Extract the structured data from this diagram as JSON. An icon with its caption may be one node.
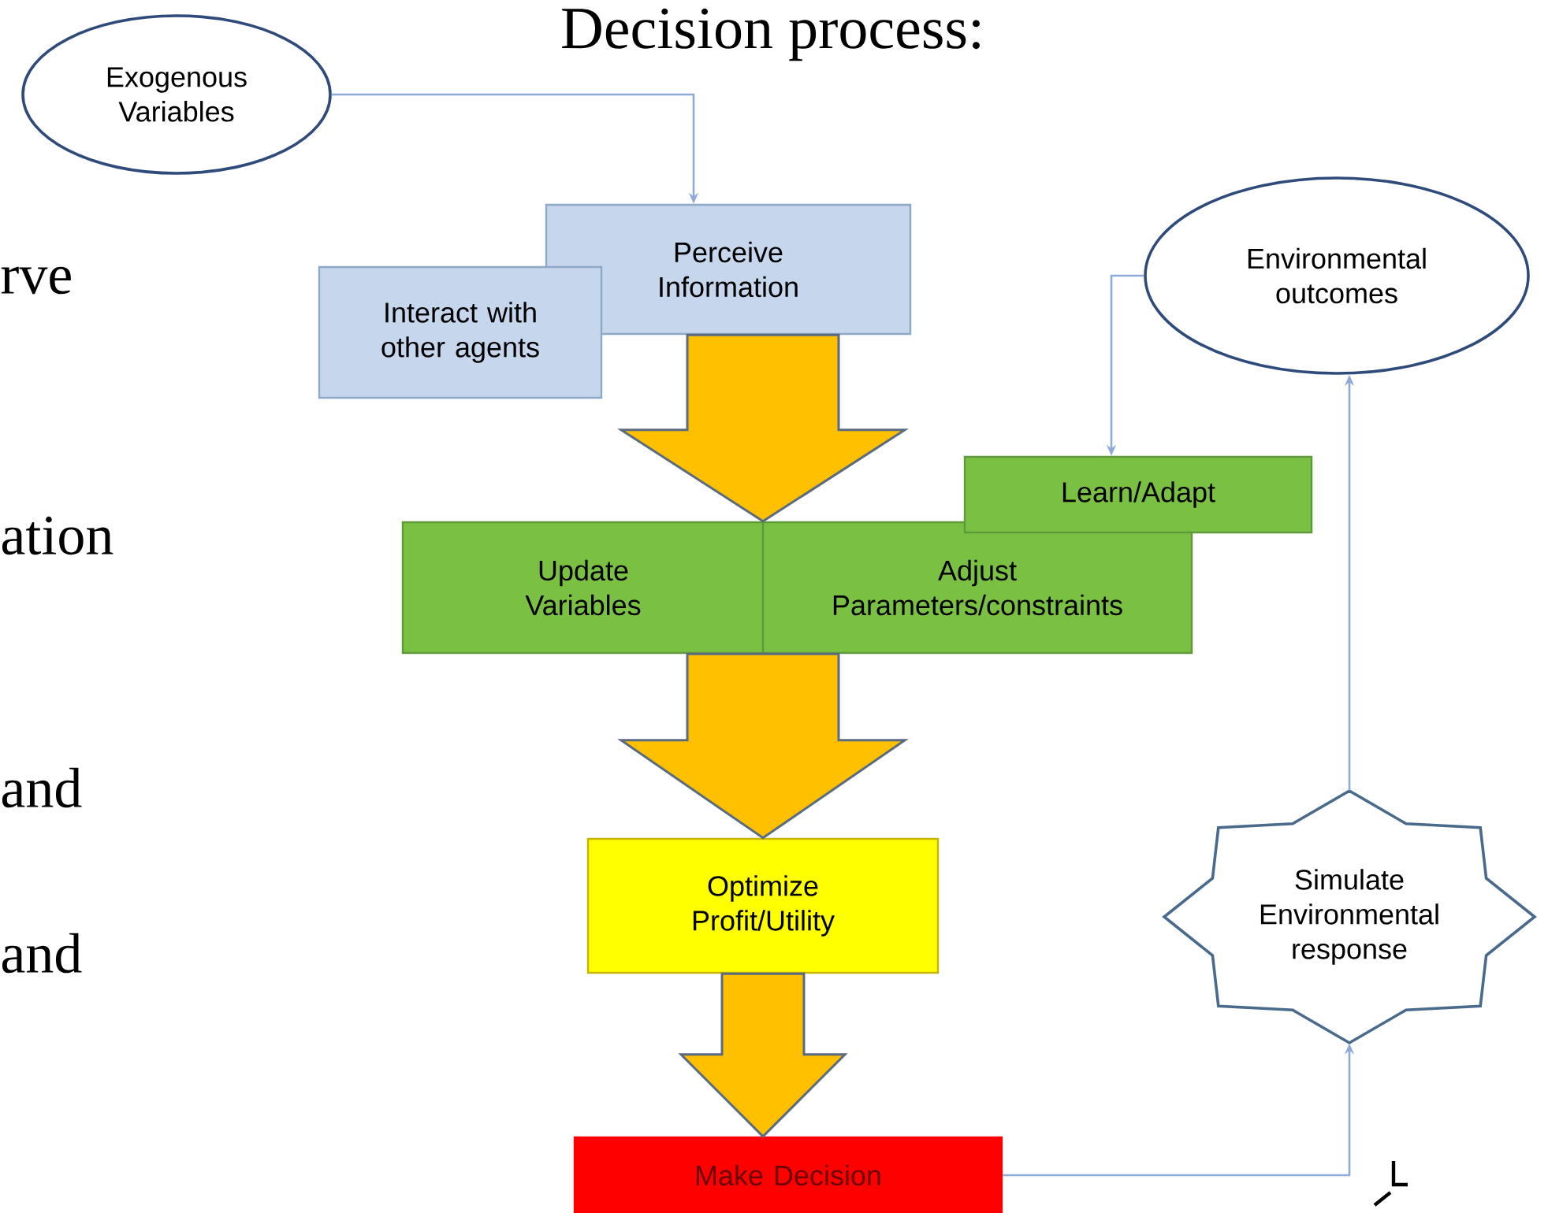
{
  "diagram": {
    "title": "Decision process:",
    "nodes": [
      {
        "text": [
          "Exogenous Variables"
        ]
      },
      {
        "text": [
          "Perceive Information"
        ]
      },
      {
        "text": [
          "Interact with other agents"
        ]
      },
      {
        "text": [
          "Update Variables"
        ]
      },
      {
        "text": [
          "Adjust Parameters/constraints"
        ]
      },
      {
        "text": [
          "Learn/Adapt"
        ]
      },
      {
        "text": [
          "Environmental outcomes"
        ]
      },
      {
        "text": [
          "Optimize Profit/Utility"
        ]
      },
      {
        "text": [
          "Make Decision"
        ]
      },
      {
        "text": [
          "Simulate Environmental response"
        ]
      }
    ],
    "edges": [
      {
        "from": 0,
        "to": 1,
        "arrow": "to"
      },
      {
        "from": 1,
        "to": 3,
        "arrow": "to",
        "style": "thick",
        "color": "#ffc000"
      },
      {
        "from": 3,
        "to": 7,
        "arrow": "to",
        "style": "thick",
        "color": "#ffc000"
      },
      {
        "from": 7,
        "to": 8,
        "arrow": "to",
        "style": "thick",
        "color": "#ffc000"
      },
      {
        "from": 8,
        "to": 9,
        "arrow": "to"
      },
      {
        "from": 9,
        "to": 6,
        "arrow": "to"
      },
      {
        "from": 6,
        "to": 5,
        "arrow": "to"
      }
    ],
    "labels": [
      "rve",
      "ation",
      "and",
      "and"
    ]
  }
}
